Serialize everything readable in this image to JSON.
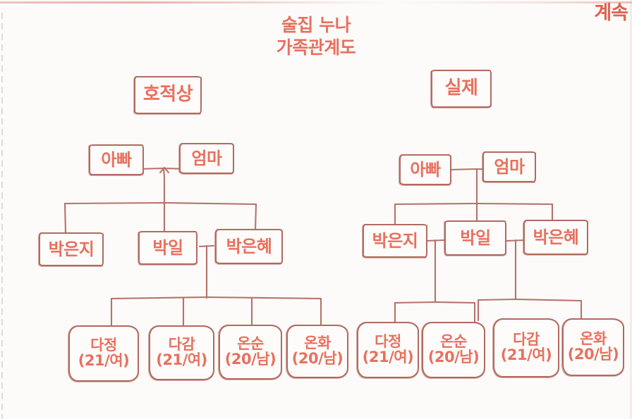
{
  "page": {
    "title_line1": "술집 누나",
    "title_line2": "가족관계도",
    "corner_note": "계속",
    "bg_color": "#fcfbf9",
    "text_color": "#e8705f",
    "line_color": "#b26a60"
  },
  "left_tree": {
    "heading": "호적상",
    "parents": [
      {
        "label": "아빠"
      },
      {
        "label": "엄마"
      }
    ],
    "children": [
      {
        "label": "박은지"
      },
      {
        "label": "박일"
      },
      {
        "label": "박은혜"
      }
    ],
    "grandchildren": [
      {
        "name": "다정",
        "detail": "(21/여)"
      },
      {
        "name": "다감",
        "detail": "(21/여)"
      },
      {
        "name": "온순",
        "detail": "(20/남)"
      },
      {
        "name": "온화",
        "detail": "(20/남)"
      }
    ]
  },
  "right_tree": {
    "heading": "실제",
    "parents": [
      {
        "label": "아빠"
      },
      {
        "label": "엄마"
      }
    ],
    "children": [
      {
        "label": "박은지"
      },
      {
        "label": "박일"
      },
      {
        "label": "박은혜"
      }
    ],
    "grandchildren": [
      {
        "name": "다정",
        "detail": "(21/여)"
      },
      {
        "name": "온순",
        "detail": "(20/남)"
      },
      {
        "name": "다감",
        "detail": "(21/여)"
      },
      {
        "name": "온화",
        "detail": "(20/남)"
      }
    ]
  }
}
